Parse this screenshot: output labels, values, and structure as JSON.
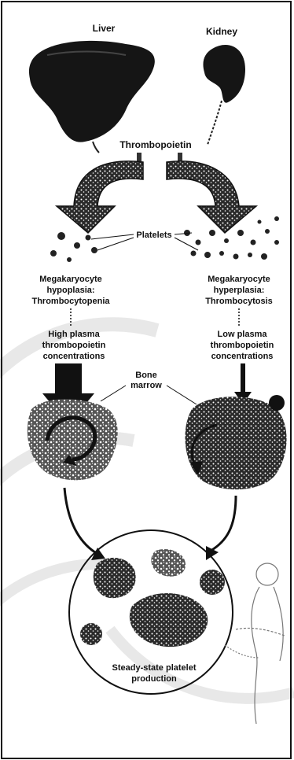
{
  "diagram": {
    "organs": {
      "liver": "Liver",
      "kidney": "Kidney"
    },
    "hormone": "Thrombopoietin",
    "platelets": "Platelets",
    "left_condition": [
      "Megakaryocyte",
      "hypoplasia:",
      "Thrombocytopenia"
    ],
    "right_condition": [
      "Megakaryocyte",
      "hyperplasia:",
      "Thrombocytosis"
    ],
    "left_concentration": [
      "High plasma",
      "thrombopoietin",
      "concentrations"
    ],
    "right_concentration": [
      "Low plasma",
      "thrombopoietin",
      "concentrations"
    ],
    "bone_marrow": [
      "Bone",
      "marrow"
    ],
    "steady_state": [
      "Steady-state platelet",
      "production"
    ]
  },
  "colors": {
    "ink": "#111111",
    "paper": "#ffffff",
    "watermark": "#e6e6e6"
  }
}
